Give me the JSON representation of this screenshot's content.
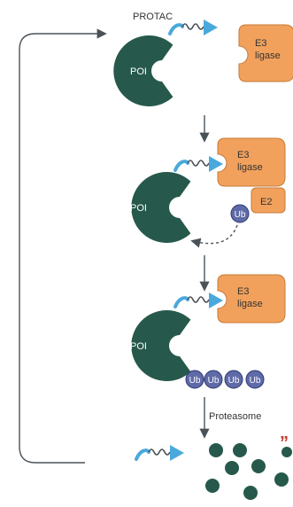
{
  "labels": {
    "protac": "PROTAC",
    "poi": "POI",
    "e3_ligase": [
      "E3",
      "ligase"
    ],
    "e2": "E2",
    "ub": "Ub",
    "proteasome": "Proteasome",
    "quote_mark": "”"
  },
  "colors": {
    "poi": "#26594b",
    "e3": "#f2a15c",
    "e3_stroke": "#c67a3a",
    "protac_blue": "#4aa9dc",
    "ub": "#5f6aa8",
    "arrow": "#4a5258",
    "quote": "#c0392b"
  }
}
